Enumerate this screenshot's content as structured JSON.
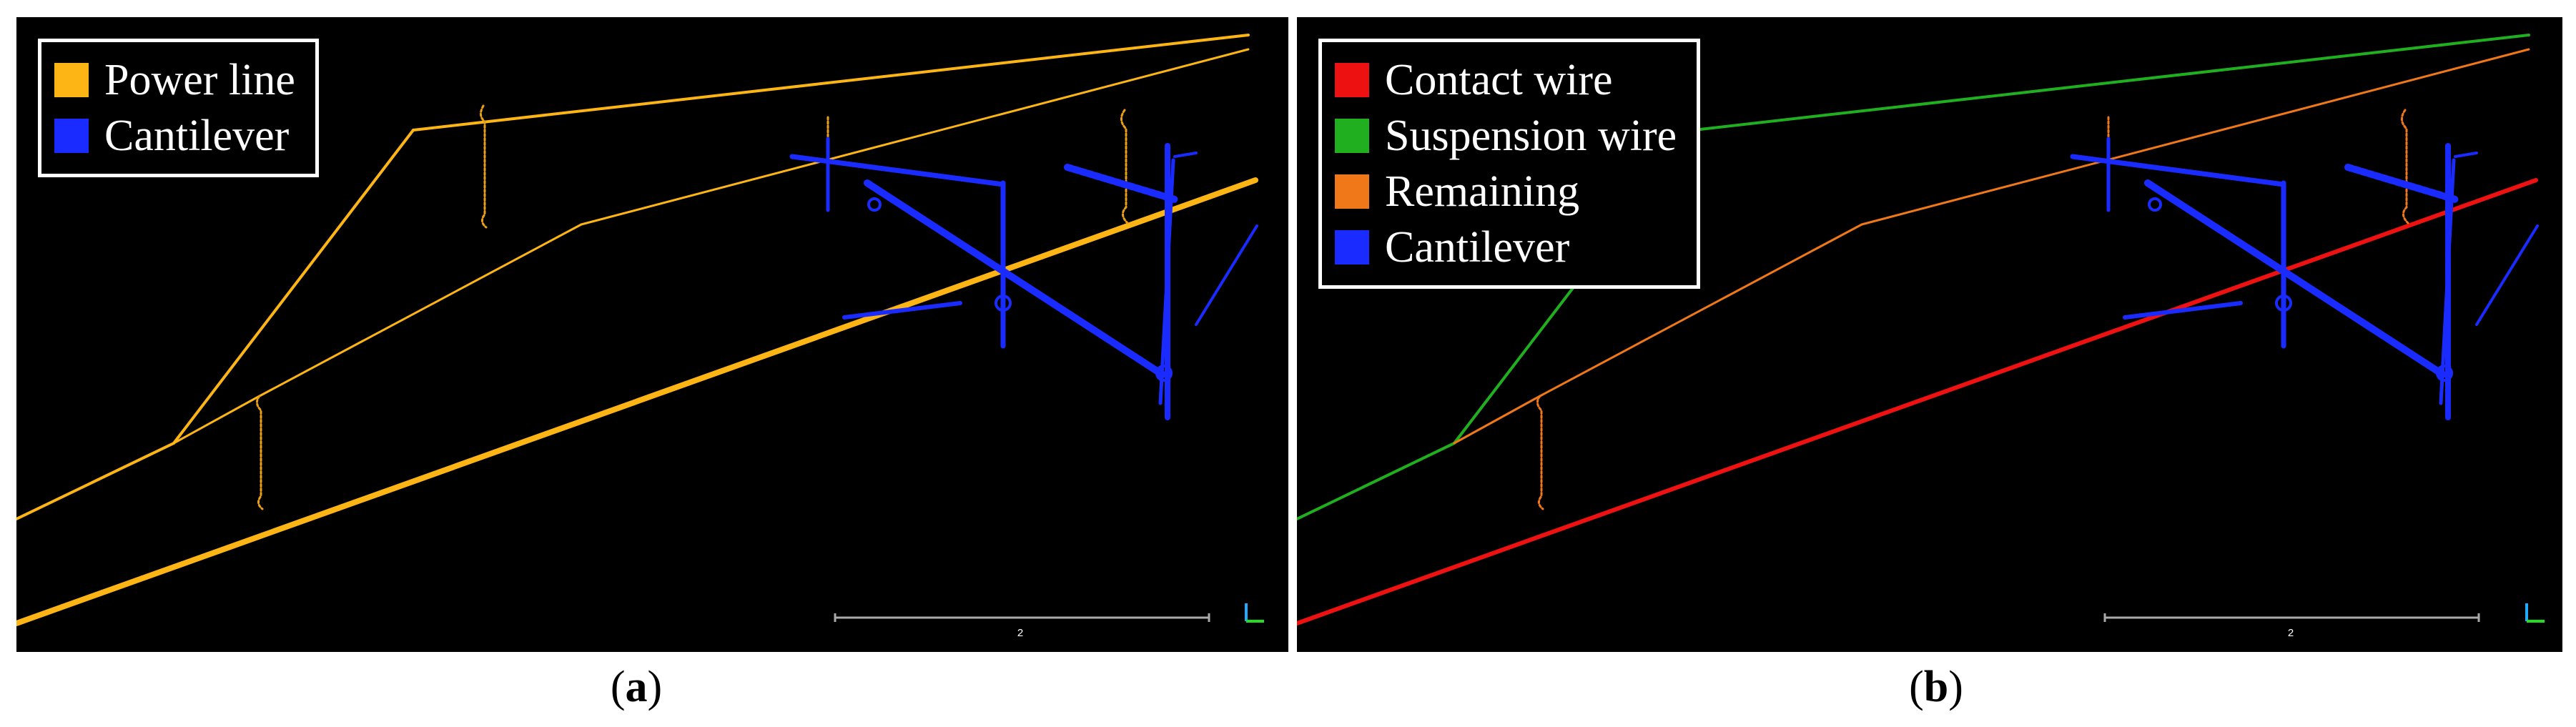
{
  "panels": [
    {
      "id": "a",
      "caption_letter": "a",
      "scale_value": "2",
      "legend": [
        {
          "label": "Power line",
          "color": "#FDB515"
        },
        {
          "label": "Cantilever",
          "color": "#1A2BFF"
        }
      ]
    },
    {
      "id": "b",
      "caption_letter": "b",
      "scale_value": "2",
      "legend": [
        {
          "label": "Contact wire",
          "color": "#EE1111"
        },
        {
          "label": "Suspension wire",
          "color": "#1FAF1F"
        },
        {
          "label": "Remaining",
          "color": "#F07818"
        },
        {
          "label": "Cantilever",
          "color": "#1A2BFF"
        }
      ]
    }
  ],
  "colors": {
    "background": "#000000",
    "axis_x": "#22DD22",
    "axis_y": "#22AAFF",
    "scale_bar": "#AAAAAA"
  }
}
